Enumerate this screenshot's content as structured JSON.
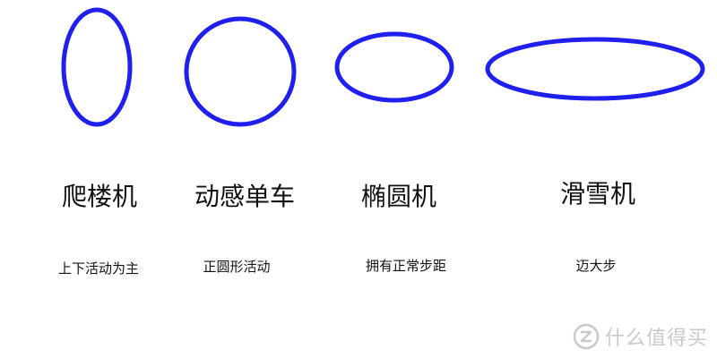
{
  "columns": [
    {
      "label": "爬楼机",
      "description": "上下活动为主"
    },
    {
      "label": "动感单车",
      "description": "正圆形活动"
    },
    {
      "label": "椭圆机",
      "description": "拥有正常步距"
    },
    {
      "label": "滑雪机",
      "description": "迈大步"
    }
  ],
  "style": {
    "shape_stroke_color": "#1f1ff0",
    "watermark_color": "#b8b8b8"
  },
  "watermark": {
    "icon": "zhide-logo-icon",
    "text": "什么值得买"
  }
}
